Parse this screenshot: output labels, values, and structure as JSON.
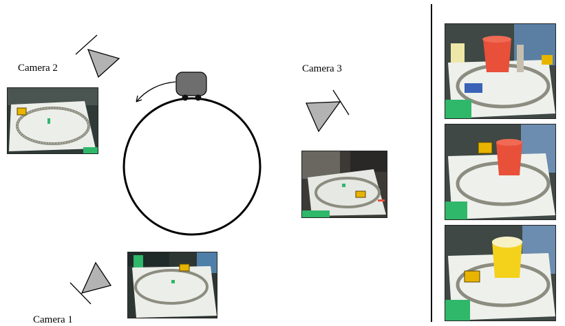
{
  "cameras": [
    {
      "label": "Camera 1"
    },
    {
      "label": "Camera 2"
    },
    {
      "label": "Camera 3"
    }
  ],
  "colors": {
    "line": "#000000",
    "camera_fill": "#b3b3b3",
    "robot_fill": "#6e6e6e",
    "floor_mat": "#f2f2ef",
    "track": "#8c8c80",
    "bucket_red": "#e8503a",
    "bucket_yellow": "#f4d21c",
    "train_yellow": "#e8b400",
    "green_floor": "#2fb76a"
  },
  "icons": [
    "camera-frustum-icon",
    "robot-icon",
    "direction-arrow-icon"
  ]
}
